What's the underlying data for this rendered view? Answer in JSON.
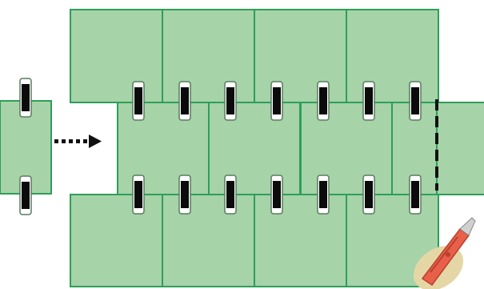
{
  "diagram": {
    "colors": {
      "panel_fill": "#a6d3a8",
      "panel_stroke": "#2e9e5a",
      "clip_black": "#0b0b0b",
      "clip_white": "#ffffff",
      "arrow": "#111111",
      "cut_line": "#111111",
      "knife_body": "#e8604a",
      "knife_dark": "#b8412e",
      "knife_blade": "#d0d0d0",
      "knife_bg": "#e5d6a6"
    },
    "top_row_panels": 4,
    "middle_row_panels": 4,
    "bottom_row_panels": 4,
    "top_clip_count": 7,
    "bottom_clip_count": 7,
    "icons": [
      "dotted-arrow-icon",
      "dashed-cut-line",
      "utility-knife-icon"
    ]
  }
}
